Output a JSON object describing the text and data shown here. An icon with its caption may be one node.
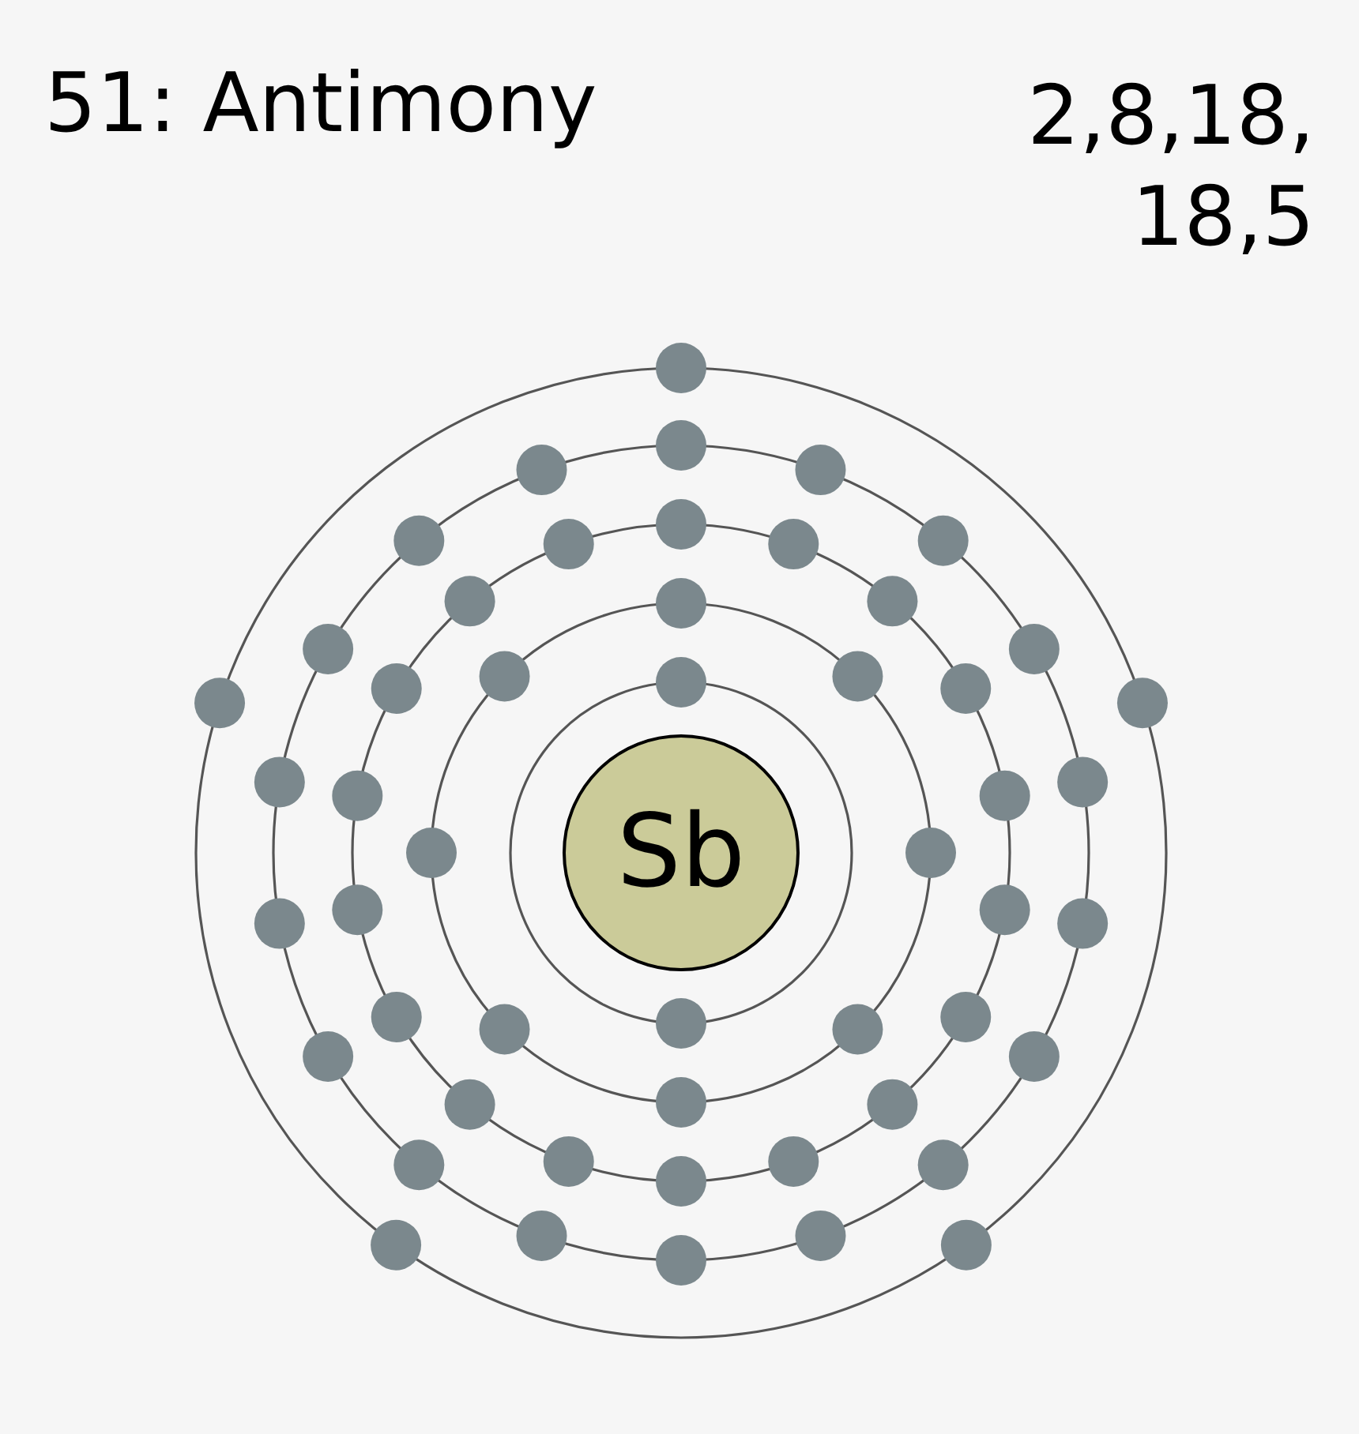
{
  "diagram": {
    "title": "51: Antimony",
    "nodes": [
      {
        "text": [
          "Sb"
        ]
      }
    ],
    "labels": [
      "2,8,18, 18,5"
    ]
  }
}
